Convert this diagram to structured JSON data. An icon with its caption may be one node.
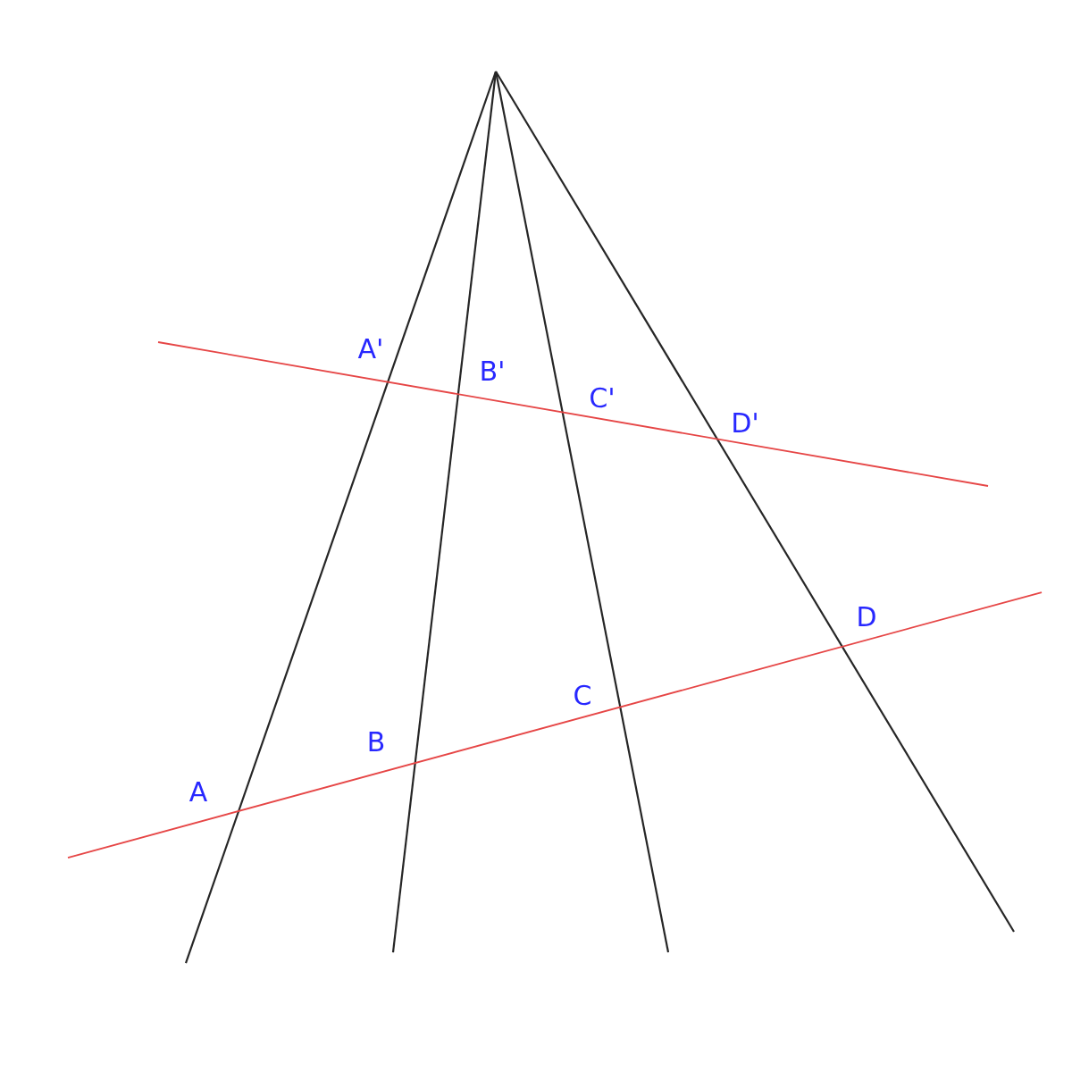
{
  "diagram": {
    "labels": [
      "A'",
      "B'",
      "C'",
      "D'",
      "D",
      "C",
      "B",
      "A"
    ]
  }
}
